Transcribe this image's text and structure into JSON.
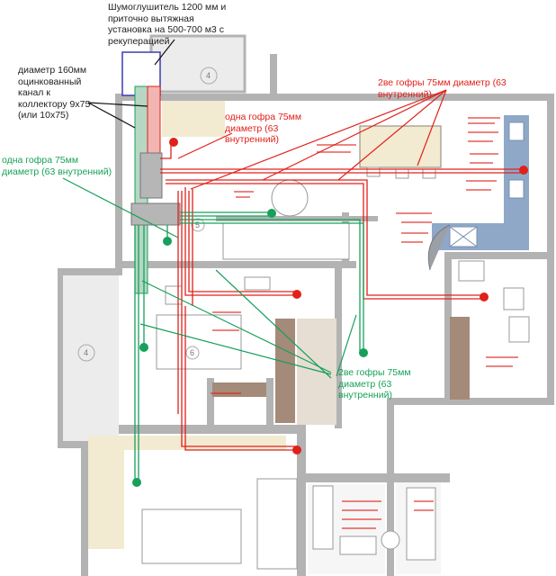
{
  "colors": {
    "wall": "#b3b3b3",
    "supply": "#e0201a",
    "exhaust": "#17a05a",
    "unit": "#b6b6b6",
    "floor_wood": "#f3ead2",
    "tile": "#8fa8c8",
    "note_text": "#e0201a"
  },
  "annotations": {
    "silencer": "Шумоглушитель 1200 мм и\nприточно вытяжная\nустановка на 500-700 м3 с\nрекуперацией",
    "duct160": "диаметр 160мм\nоцинкованный\nканал к\nколлектору 9х75\n(или 10х75)",
    "red_two_hoses": "2ве гофры 75мм диаметр (63 внутренний)",
    "red_one_hose": "одна гофра 75мм\nдиаметр (63\nвнутренний)",
    "green_one_hose": "одна гофра 75мм\nдиаметр (63 внутренний)",
    "green_two_hoses": "2ве гофры 75мм\nдиаметр (63\nвнутренний)"
  },
  "room_numbers": [
    "4",
    "4",
    "5",
    "6"
  ]
}
